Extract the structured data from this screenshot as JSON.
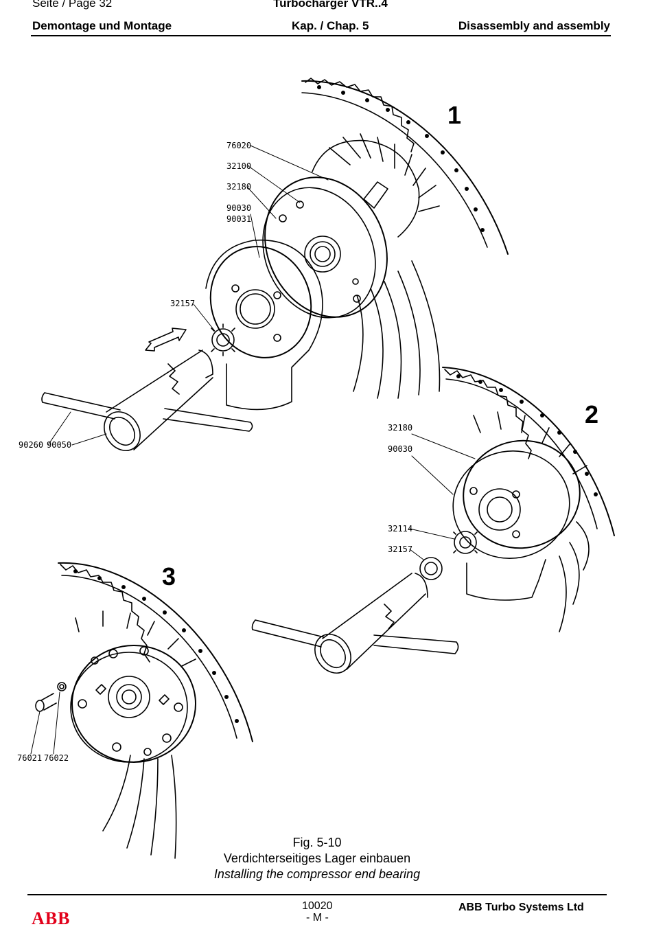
{
  "header": {
    "page": "Seite / Page  32",
    "product": "Turbocharger VTR..4",
    "section_de": "Demontage und Montage",
    "chapter": "Kap. / Chap. 5",
    "section_en": "Disassembly and assembly"
  },
  "figure": {
    "step_numbers": [
      "1",
      "2",
      "3"
    ],
    "callouts": {
      "c76020": "76020",
      "c32100": "32100",
      "c32180a": "32180",
      "c90030a": "90030",
      "c90031": "90031",
      "c32157a": "32157",
      "c90260": "90260",
      "c90050": "90050",
      "c32180b": "32180",
      "c90030b": "90030",
      "c32114": "32114",
      "c32157b": "32157",
      "c76021": "76021",
      "c76022": "76022"
    }
  },
  "caption": {
    "fig_no": "Fig. 5-10",
    "title_de": "Verdichterseitiges Lager einbauen",
    "title_en": "Installing the compressor end bearing"
  },
  "footer": {
    "logo": "ABB",
    "doc_no": "10020",
    "rev": "- M -",
    "company": "ABB Turbo Systems Ltd"
  },
  "colors": {
    "logo_red": "#e2001a",
    "ink": "#000000"
  }
}
